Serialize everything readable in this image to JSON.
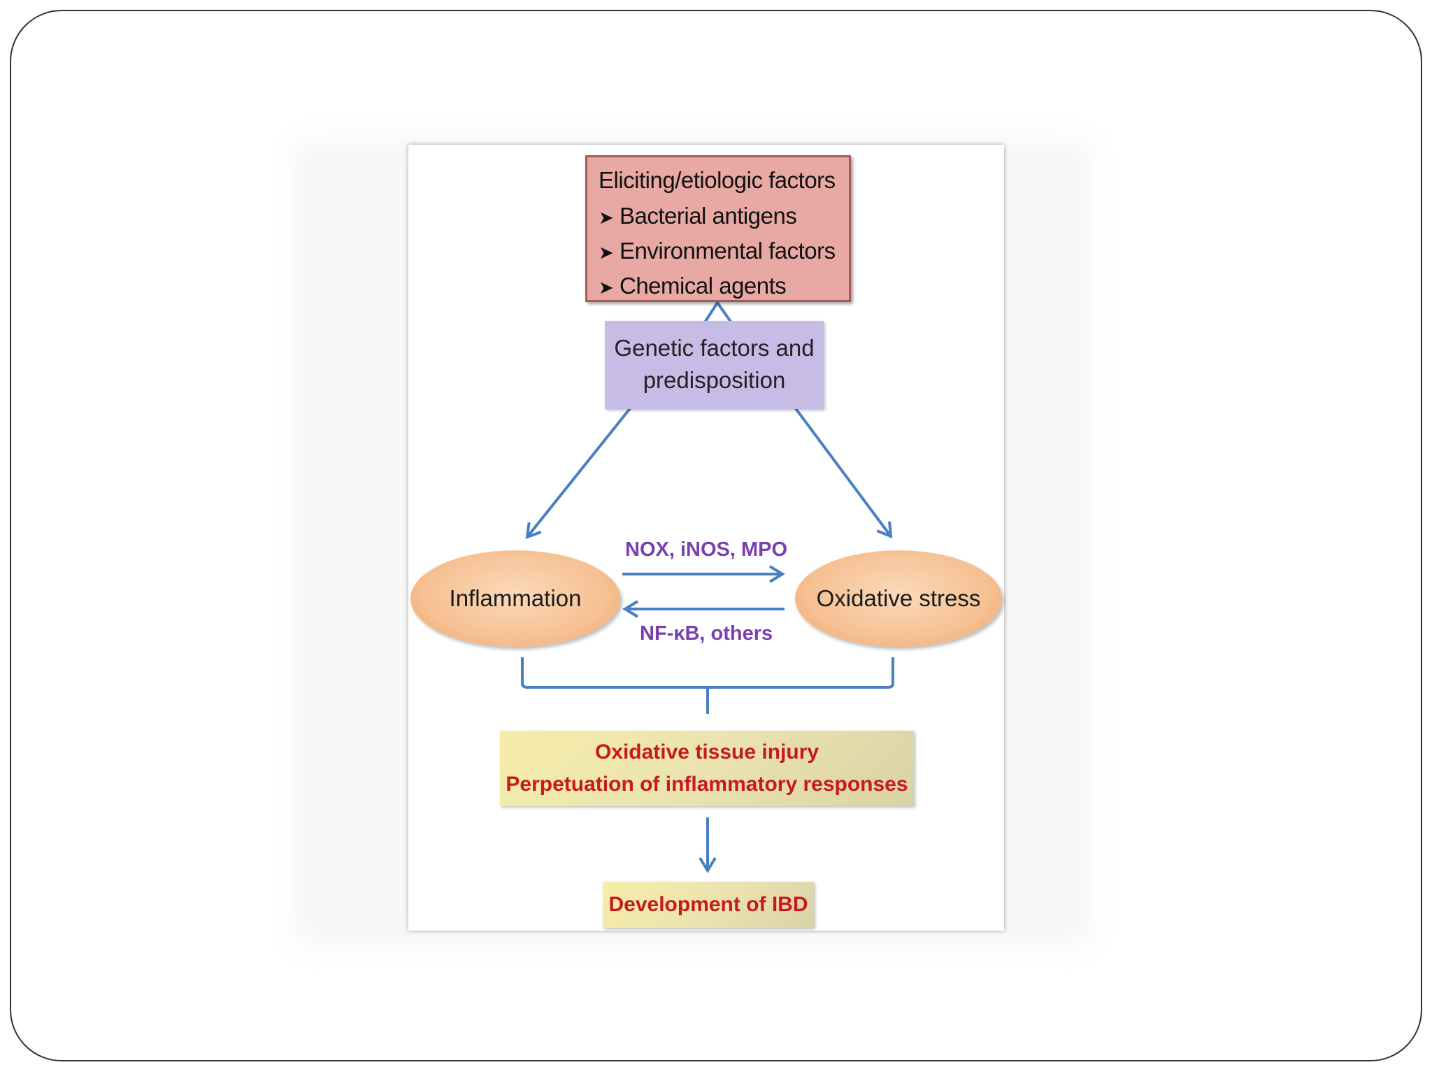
{
  "diagram": {
    "factors": {
      "title": "Eliciting/etiologic factors",
      "bullet": "➤",
      "items": [
        "Bacterial antigens",
        "Environmental factors",
        "Chemical agents"
      ]
    },
    "genetic": {
      "line1": "Genetic factors and",
      "line2": "predisposition"
    },
    "inflammation": "Inflammation",
    "oxidative_stress": "Oxidative stress",
    "forward_label": "NOX, iNOS, MPO",
    "backward_label": "NF-κB, others",
    "outcome": {
      "line1": "Oxidative tissue injury",
      "line2": "Perpetuation of inflammatory responses"
    },
    "final": "Development of IBD"
  },
  "colors": {
    "arrow": "#4a7fc1",
    "outcome_text": "#c81a1a",
    "mediator_text": "#7a3fb0"
  }
}
